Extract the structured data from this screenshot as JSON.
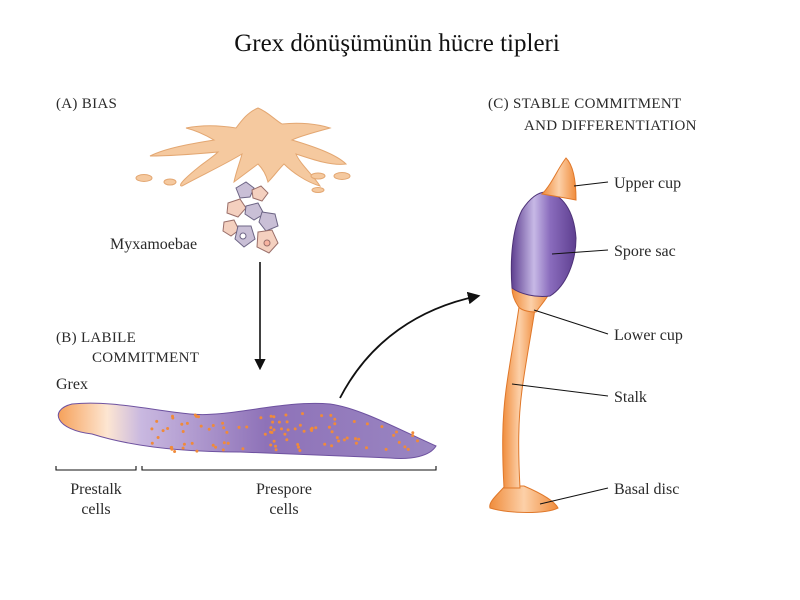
{
  "title": "Grex dönüşümünün hücre tipleri",
  "panels": {
    "a": {
      "line1": "(A)  BIAS",
      "myxamoebae": "Myxamoebae"
    },
    "b": {
      "line1": "(B)  LABILE",
      "line2": "COMMITMENT",
      "grex": "Grex",
      "prestalk_1": "Prestalk",
      "prestalk_2": "cells",
      "prespore_1": "Prespore",
      "prespore_2": "cells"
    },
    "c": {
      "line1": "(C)  STABLE COMMITMENT",
      "line2": "AND DIFFERENTIATION",
      "upper_cup": "Upper cup",
      "spore_sac": "Spore sac",
      "lower_cup": "Lower cup",
      "stalk": "Stalk",
      "basal_disc": "Basal disc"
    }
  },
  "colors": {
    "orange": "#f6a15a",
    "orange_light": "#fde3cc",
    "cell_body": "#f5c99f",
    "purple": "#7a5aa6",
    "purple_light": "#b7a6d8",
    "dots": "#f08a3a",
    "text": "#2a2a2a"
  }
}
